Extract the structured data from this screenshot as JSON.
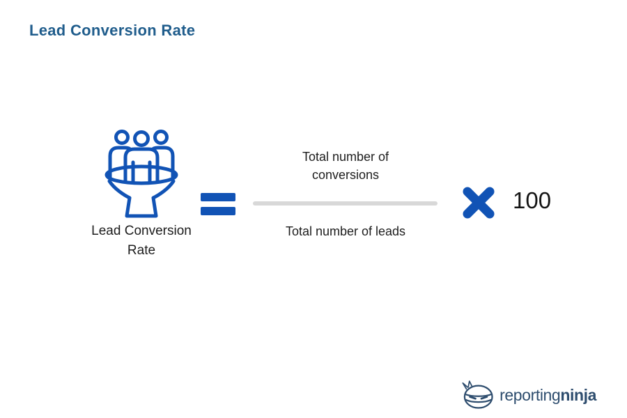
{
  "page": {
    "title": "Lead Conversion Rate"
  },
  "colors": {
    "title_blue": "#205d8c",
    "accent_blue": "#1153b5",
    "text_dark": "#1c1c1c",
    "divider_gray": "#d8d8d8",
    "logo_navy": "#2e4d6e",
    "background": "#ffffff"
  },
  "icons": {
    "lhs": "funnel-with-people-icon",
    "operator": "multiply-x-icon",
    "brand": "ninja-face-icon"
  },
  "formula": {
    "lhs_label": "Lead Conversion Rate",
    "numerator": "Total number of conversions",
    "denominator": "Total number of leads",
    "multiplier": "100"
  },
  "footer": {
    "brand_prefix": "reporting",
    "brand_suffix": "ninja"
  }
}
